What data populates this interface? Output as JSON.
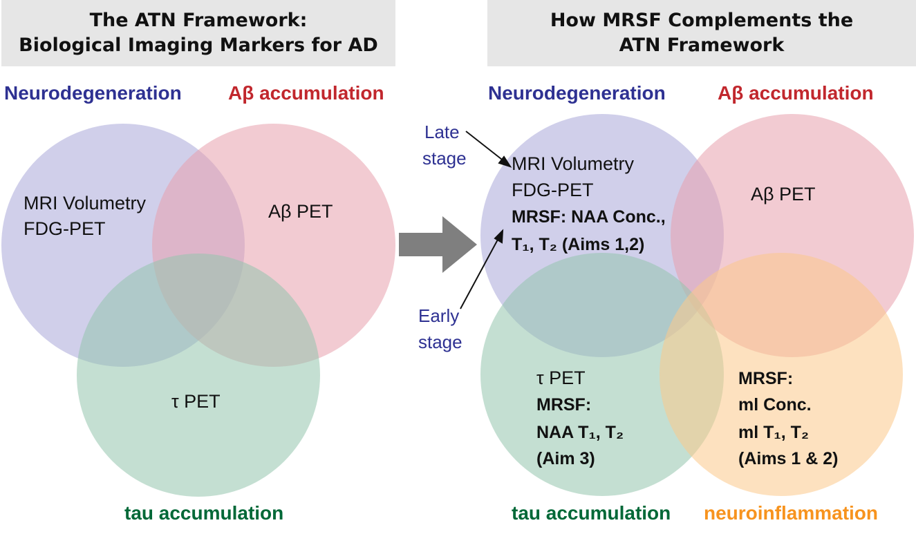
{
  "left_panel": {
    "title_line1": "The ATN Framework:",
    "title_line2": "Biological Imaging Markers for AD",
    "label_neurodegeneration": "Neurodegeneration",
    "label_abeta": "Aβ accumulation",
    "label_tau": "tau accumulation",
    "text_mri": "MRI Volumetry",
    "text_fdg": "FDG-PET",
    "text_abeta_pet": "Aβ PET",
    "text_tau_pet": "τ PET"
  },
  "right_panel": {
    "title_line1": "How MRSF Complements the",
    "title_line2": "ATN Framework",
    "label_neurodegeneration": "Neurodegeneration",
    "label_abeta": "Aβ accumulation",
    "label_tau": "tau accumulation",
    "label_neuroinflammation": "neuroinflammation",
    "late_stage_1": "Late",
    "late_stage_2": "stage",
    "early_stage_1": "Early",
    "early_stage_2": "stage",
    "neuro_text": [
      "MRI Volumetry",
      "FDG-PET"
    ],
    "neuro_bold": [
      "MRSF: NAA Conc.,",
      "T₁, T₂ (Aims 1,2)"
    ],
    "text_abeta_pet": "Aβ PET",
    "tau_text": "τ PET",
    "tau_bold": [
      "MRSF:",
      "NAA T₁, T₂",
      "(Aim 3)"
    ],
    "inflam_bold": [
      "MRSF:",
      "ml Conc.",
      "ml T₁, T₂",
      "(Aims 1 & 2)"
    ]
  },
  "colors": {
    "neurodegeneration": "#2e3192",
    "abeta": "#c1272d",
    "tau": "#006837",
    "neuroinflammation": "#f7931e",
    "circle_neuro": "#a9a8d8",
    "circle_abeta": "#e8a1ad",
    "circle_tau": "#94c4ad",
    "circle_inflam": "#fcc98a",
    "arrow": "#7f7f7f"
  }
}
